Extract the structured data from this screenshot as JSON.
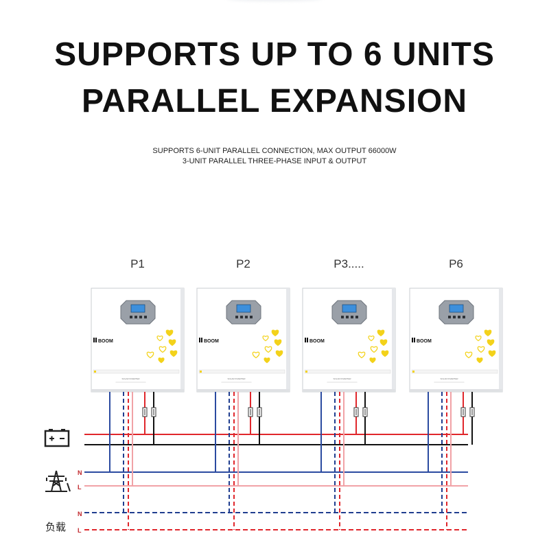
{
  "headline": {
    "line1": "SUPPORTS UP TO 6 UNITS",
    "line2": "PARALLEL EXPANSION"
  },
  "subheadline": {
    "line1": "SUPPORTS 6-UNIT PARALLEL CONNECTION, MAX OUTPUT 66000W",
    "line2": "3-UNIT PARALLEL THREE-PHASE INPUT & OUTPUT"
  },
  "units": [
    {
      "label": "P1"
    },
    {
      "label": "P2"
    },
    {
      "label": "P3....."
    },
    {
      "label": "P6"
    }
  ],
  "device": {
    "brand": "BOOM",
    "model_line": "SOLAR INVERTER",
    "icons": [
      "lcd-screen-icon",
      "heart-cluster-icon",
      "warning-label-icon"
    ]
  },
  "legend": {
    "grid_n": "N",
    "grid_l": "L",
    "load_n": "N",
    "load_l": "L",
    "load_label": "负载",
    "battery_icon": "battery-icon",
    "grid_icon": "power-tower-icon"
  },
  "colors": {
    "battery_positive": "#e0262b",
    "battery_negative": "#111111",
    "grid_n": "#2a4aa0",
    "grid_l": "#f1a2a6",
    "load_n": "#1f3d8f",
    "load_l": "#e0262b",
    "heart_yellow": "#f3d21a",
    "lcd_blue": "#3c8fdc"
  }
}
